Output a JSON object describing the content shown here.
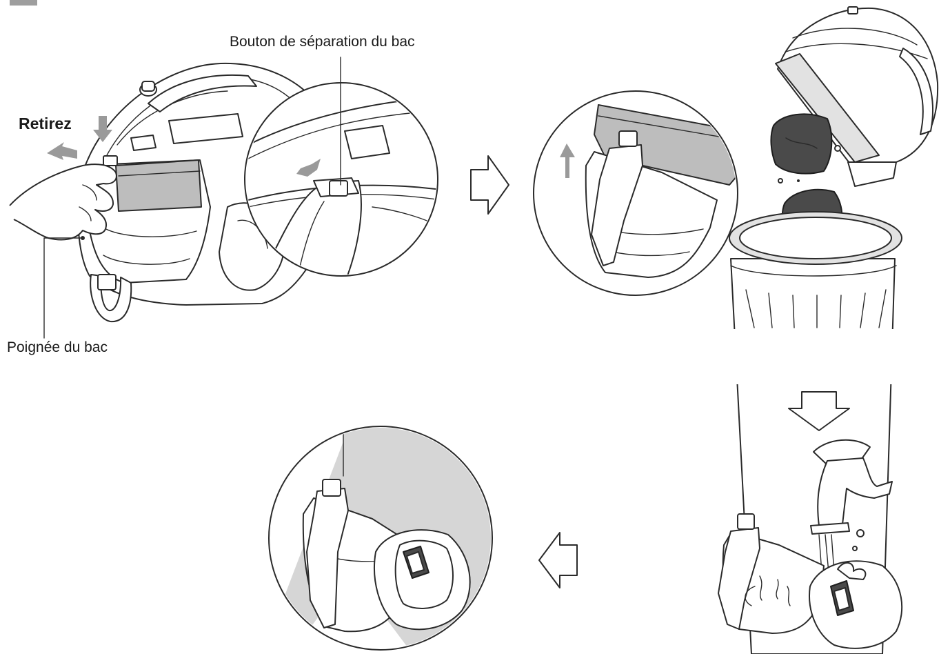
{
  "labels": {
    "separation_button": "Bouton de séparation du bac",
    "remove": "Retirez",
    "bin_handle": "Poignée du bac"
  },
  "colors": {
    "ink": "#2a2a2a",
    "part_grey": "#bdbdbd",
    "arrow_grey": "#9a9a9a",
    "dust_dark": "#4a4a4a",
    "inset_background": "#d6d6d6"
  },
  "steps": [
    {
      "id": "remove-bin",
      "illustration": "vacuum-bin-removal"
    },
    {
      "id": "detach-cover",
      "illustration": "bin-cover-detach"
    },
    {
      "id": "empty-dust",
      "illustration": "dust-into-trash-can"
    },
    {
      "id": "rinse",
      "illustration": "bin-rinse-under-faucet"
    },
    {
      "id": "dry",
      "illustration": "bin-air-dry"
    }
  ],
  "flow_arrows": [
    "right",
    "down",
    "left"
  ]
}
